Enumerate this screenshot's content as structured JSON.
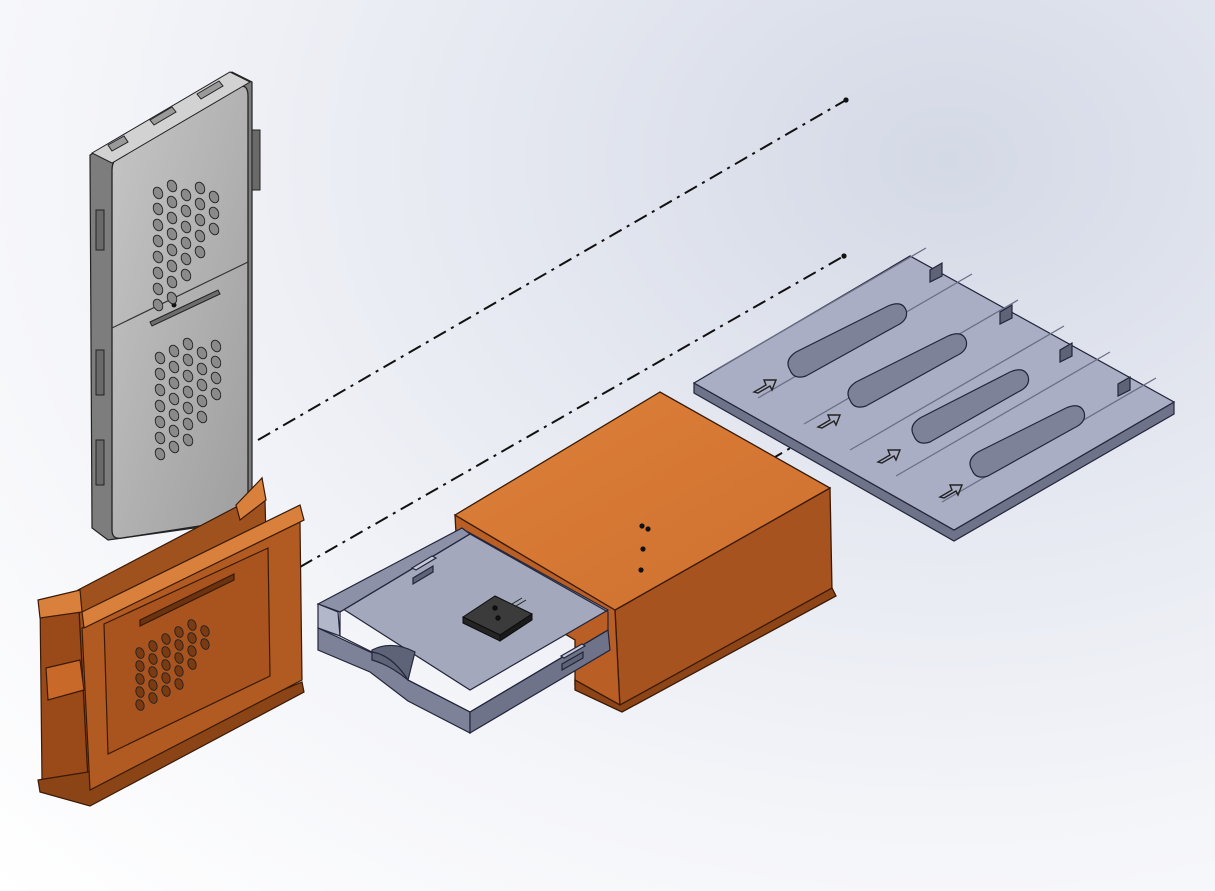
{
  "colors": {
    "background_top": "#d4d9e6",
    "background_bottom": "#ffffff",
    "orange_light": "#d87a36",
    "orange_mid": "#c4622a",
    "orange_dark": "#9a4c1c",
    "gray_panel": "#ababab",
    "gray_panel_light": "#c2c2c2",
    "gray_panel_dark": "#7d7d7d",
    "blue_gray_top": "#a9aec4",
    "blue_gray_side": "#7d8299",
    "blue_gray_dark": "#5f6378",
    "chip_dark": "#2b2b2b",
    "explode_line": "#111111"
  },
  "scene": {
    "parts": [
      {
        "name": "gray-front-panel",
        "color": "gray"
      },
      {
        "name": "orange-sleeve-frame",
        "color": "orange"
      },
      {
        "name": "blue-gray-drawer",
        "color": "blue-gray"
      },
      {
        "name": "orange-box-housing",
        "color": "orange"
      },
      {
        "name": "slotted-base-plate",
        "color": "blue-gray"
      },
      {
        "name": "small-chip-component",
        "color": "dark"
      }
    ],
    "explode_line_style": "dash-dot",
    "explode_line_count": 3
  }
}
